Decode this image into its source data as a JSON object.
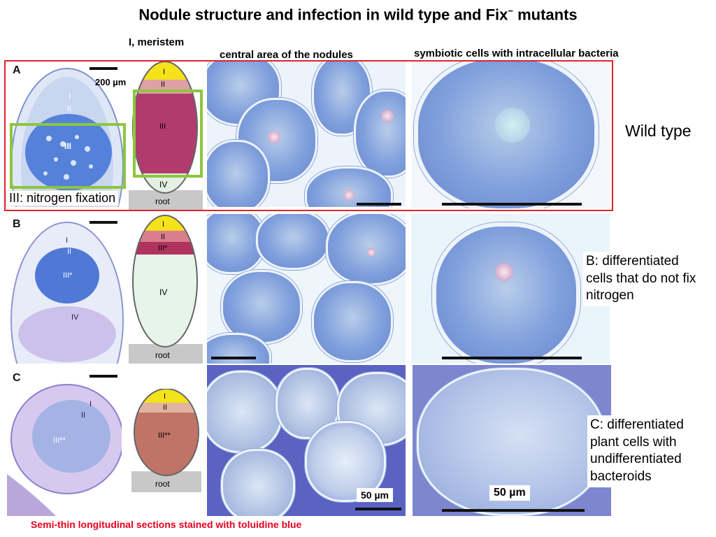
{
  "title": {
    "main": "Nodule structure and infection in wild type and Fix",
    "superscript": "−",
    "suffix": " mutants"
  },
  "headers": {
    "meristem": "I, meristem",
    "central": "central area of the nodules",
    "symbiotic": "symbiotic cells with intracellular bacteria"
  },
  "rows": [
    {
      "letter": "A",
      "scale": "200 µm",
      "zones": [
        "I",
        "II",
        "III",
        "IV"
      ],
      "root": "root",
      "diagram_colors": {
        "I": "#f4e21a",
        "II": "#dfa0a6",
        "III": "#b03b6c",
        "IV": "#e4f0e4"
      }
    },
    {
      "letter": "B",
      "zones": [
        "I",
        "II",
        "III*",
        "IV"
      ],
      "root": "root",
      "diagram_colors": {
        "I": "#f4e21a",
        "II": "#d97e8c",
        "III": "#b0335e",
        "IV": "#e6f4ea"
      }
    },
    {
      "letter": "C",
      "zones": [
        "I",
        "II",
        "III**"
      ],
      "root": "root",
      "diagram_colors": {
        "I": "#f4e21a",
        "II": "#e0b4a0",
        "III": "#c07468"
      }
    }
  ],
  "section_labels": {
    "A": [
      "I",
      "II",
      "III"
    ],
    "B": [
      "I",
      "II",
      "III*",
      "IV"
    ],
    "C": [
      "I",
      "II",
      "III**"
    ]
  },
  "annotations": {
    "nitrogen_fixation": "III: nitrogen fixation",
    "wild_type": "Wild type",
    "b_note": "B: differentiated cells that do not fix nitrogen",
    "c_note": "C: differentiated plant cells with undifferentiated bacteroids"
  },
  "scale_labels": {
    "central": "50 µm",
    "symbiotic": "50 µm"
  },
  "caption": "Semi-thin longitudinal sections stained with toluidine blue",
  "colors": {
    "highlight_red": "#e0252b",
    "highlight_green": "#8cc63e",
    "caption_red": "#e8001c"
  }
}
